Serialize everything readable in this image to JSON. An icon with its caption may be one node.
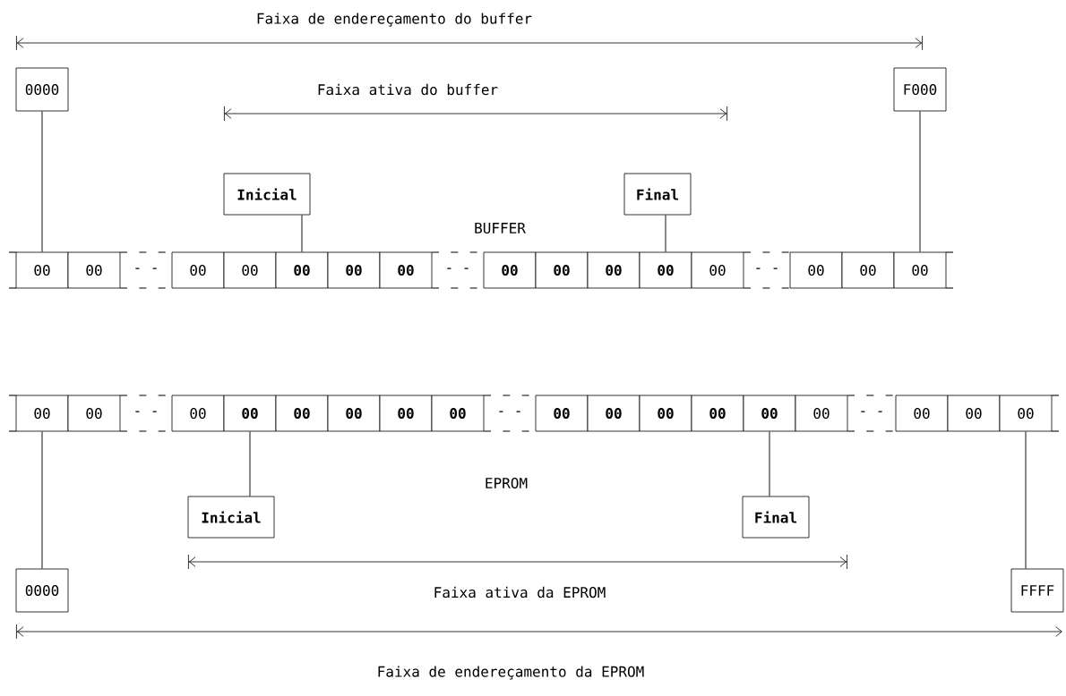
{
  "diagram": {
    "nodes": [
      {
        "text": [
          "0000"
        ]
      },
      {
        "text": [
          "F000"
        ]
      },
      {
        "text": [
          "Inicial"
        ]
      },
      {
        "text": [
          "Final"
        ]
      },
      {
        "text": [
          "00"
        ]
      },
      {
        "text": [
          "00"
        ]
      },
      {
        "text": [
          "00"
        ]
      },
      {
        "text": [
          "00"
        ]
      },
      {
        "text": [
          "00"
        ]
      },
      {
        "text": [
          "00"
        ]
      },
      {
        "text": [
          "00"
        ]
      },
      {
        "text": [
          "00"
        ]
      },
      {
        "text": [
          "00"
        ]
      },
      {
        "text": [
          "00"
        ]
      },
      {
        "text": [
          "00"
        ]
      },
      {
        "text": [
          "00"
        ]
      },
      {
        "text": [
          "00"
        ]
      },
      {
        "text": [
          "00"
        ]
      },
      {
        "text": [
          "00"
        ]
      },
      {
        "text": [
          "00"
        ]
      },
      {
        "text": [
          "00"
        ]
      },
      {
        "text": [
          "00"
        ]
      },
      {
        "text": [
          "00"
        ]
      },
      {
        "text": [
          "00"
        ]
      },
      {
        "text": [
          "00"
        ]
      },
      {
        "text": [
          "00"
        ]
      },
      {
        "text": [
          "00"
        ]
      },
      {
        "text": [
          "00"
        ]
      },
      {
        "text": [
          "00"
        ]
      },
      {
        "text": [
          "00"
        ]
      },
      {
        "text": [
          "00"
        ]
      },
      {
        "text": [
          "00"
        ]
      },
      {
        "text": [
          "00"
        ]
      },
      {
        "text": [
          "00"
        ]
      },
      {
        "text": [
          "00"
        ]
      },
      {
        "text": [
          "00"
        ]
      },
      {
        "text": [
          "Inicial"
        ]
      },
      {
        "text": [
          "Final"
        ]
      },
      {
        "text": [
          "0000"
        ]
      },
      {
        "text": [
          "FFFF"
        ]
      }
    ],
    "edges": [
      {
        "from": 0,
        "to": 4,
        "arrow": "none"
      },
      {
        "from": 1,
        "to": 18,
        "arrow": "none"
      },
      {
        "from": 2,
        "to": 8,
        "arrow": "none"
      },
      {
        "from": 3,
        "to": 14,
        "arrow": "none"
      },
      {
        "from": 36,
        "to": 22,
        "arrow": "none"
      },
      {
        "from": 37,
        "to": 31,
        "arrow": "none"
      },
      {
        "from": 38,
        "to": 19,
        "arrow": "none"
      },
      {
        "from": 39,
        "to": 35,
        "arrow": "none"
      }
    ],
    "labels": [
      "Faixa de endereçamento do buffer",
      "Faixa ativa do buffer",
      "BUFFER",
      "- -",
      "- -",
      "- -",
      "- -",
      "- -",
      "- -",
      "EPROM",
      "Faixa ativa da EPROM",
      "Faixa de endereçamento da EPROM"
    ]
  }
}
